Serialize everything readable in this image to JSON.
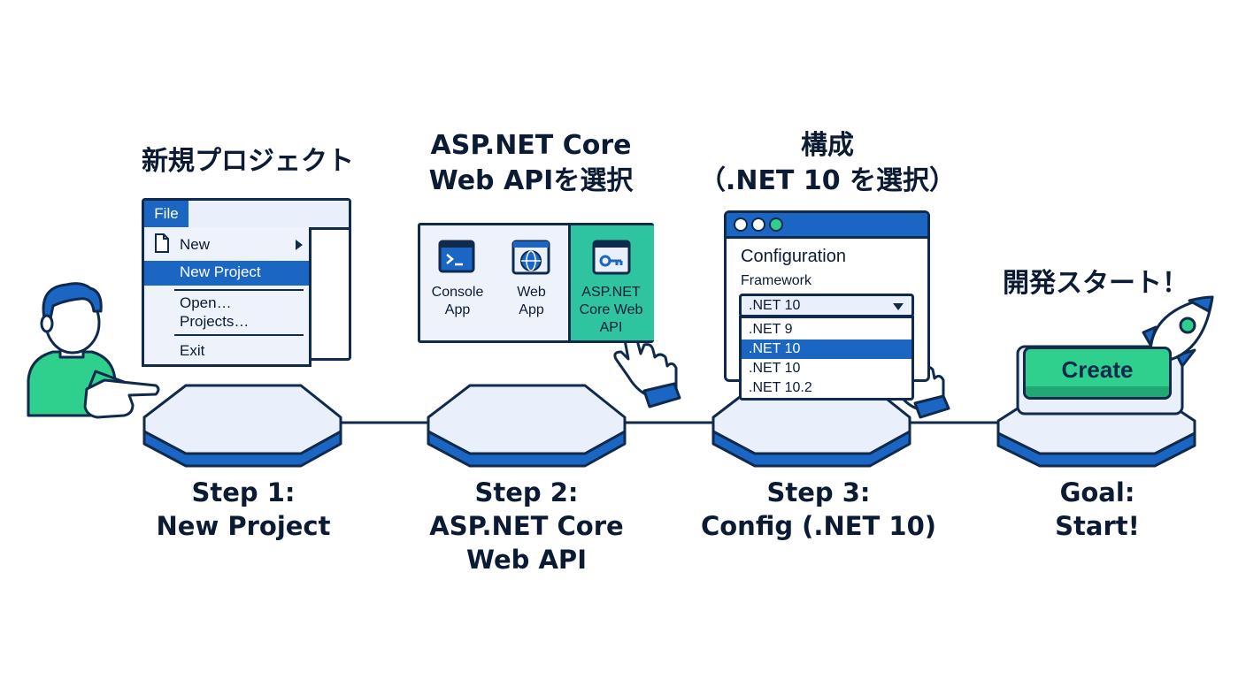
{
  "steps": [
    {
      "title_lines": [
        "新規プロジェクト"
      ],
      "label_lines": [
        "Step 1:",
        "New Project"
      ],
      "menu": {
        "file_tab": "File",
        "items": [
          "New",
          "New Project",
          "Open…",
          "Projects…",
          "Exit"
        ],
        "highlighted": "New Project"
      }
    },
    {
      "title_lines": [
        "ASP.NET Core",
        "Web APIを選択"
      ],
      "label_lines": [
        "Step 2:",
        "ASP.NET Core",
        "Web API"
      ],
      "templates": [
        {
          "label_lines": [
            "Console",
            "App"
          ],
          "icon": "terminal-icon"
        },
        {
          "label_lines": [
            "Web",
            "App"
          ],
          "icon": "globe-icon"
        },
        {
          "label_lines": [
            "ASP.NET",
            "Core Web",
            "API"
          ],
          "icon": "api-key-icon",
          "selected": true
        }
      ]
    },
    {
      "title_lines": [
        "構成",
        "（.NET 10 を選択）"
      ],
      "label_lines": [
        "Step 3:",
        "Config (.NET 10)"
      ],
      "config": {
        "heading": "Configuration",
        "field_label": "Framework",
        "selected_value": ".NET 10",
        "options": [
          ".NET 9",
          ".NET 10",
          ".NET 10",
          ".NET 10.2"
        ],
        "highlighted_index": 1
      }
    },
    {
      "title_lines": [
        "開発スタート！"
      ],
      "label_lines": [
        "Goal:",
        "Start!"
      ],
      "create_button": "Create"
    }
  ],
  "colors": {
    "primary_blue": "#1b66c3",
    "dark_navy": "#0f2a4d",
    "accent_green": "#2fcf8d",
    "teal_selected": "#2ec4a0",
    "pedestal_fill": "#e9f0fb"
  }
}
